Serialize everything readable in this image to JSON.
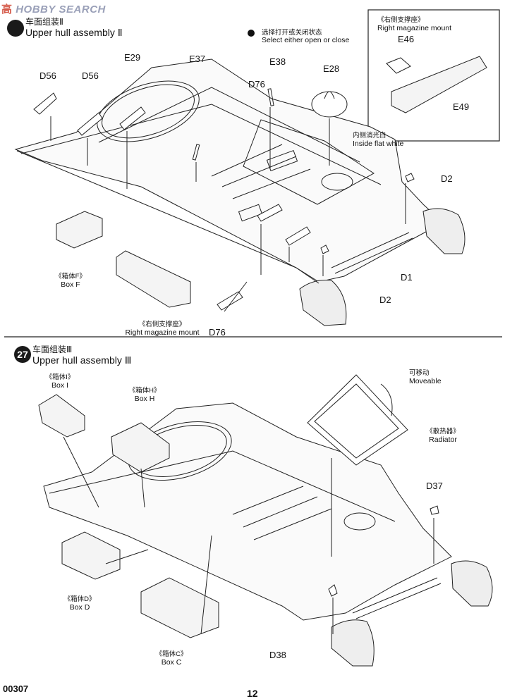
{
  "watermark": {
    "cn": "高",
    "word_a": "HOBBY",
    "word_b": "SEARCH"
  },
  "step26": {
    "title_zh": "车面组装Ⅱ",
    "title_en": "Upper hull assembly Ⅱ",
    "note_zh": "选择打开或关闭状态",
    "note_en": "Select either open or close",
    "parts": [
      "D56",
      "D56",
      "E29",
      "E37",
      "E38",
      "D76",
      "E28",
      "D2",
      "D1",
      "D2",
      "D76"
    ],
    "box_f": {
      "zh": "《箱体F》",
      "en": "Box F"
    },
    "mag_mount": {
      "zh": "《右侧支撑座》",
      "en": "Right magazine mount"
    },
    "inside_white": {
      "zh": "内侧消光白",
      "en": "Inside flat white"
    },
    "inset": {
      "title_zh": "《右侧支撑座》",
      "title_en": "Right magazine mount",
      "parts": [
        "E46",
        "E49"
      ]
    }
  },
  "step27": {
    "number": "27",
    "title_zh": "车面组装Ⅲ",
    "title_en": "Upper hull assembly Ⅲ",
    "box_i": {
      "zh": "《箱体I》",
      "en": "Box I"
    },
    "box_h": {
      "zh": "《箱体H》",
      "en": "Box H"
    },
    "moveable": {
      "zh": "可移动",
      "en": "Moveable"
    },
    "radiator": {
      "zh": "《散热器》",
      "en": "Radiator"
    },
    "box_d": {
      "zh": "《箱体D》",
      "en": "Box D"
    },
    "box_c": {
      "zh": "《箱体C》",
      "en": "Box C"
    },
    "parts": [
      "D37",
      "D38"
    ]
  },
  "footer": {
    "code": "00307",
    "page": "12"
  }
}
